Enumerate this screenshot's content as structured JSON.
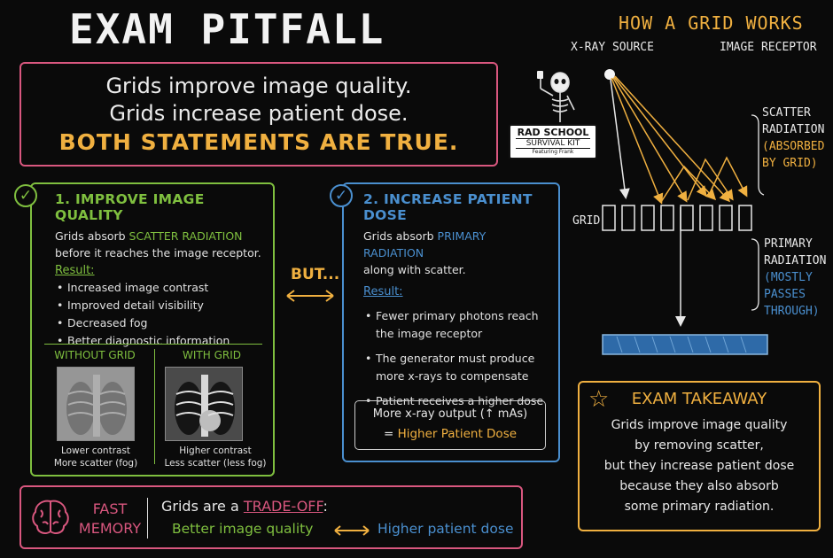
{
  "title": "EXAM PITFALL",
  "statements": {
    "line1": "Grids improve image quality.",
    "line2": "Grids increase patient dose.",
    "truth": "BOTH STATEMENTS ARE TRUE."
  },
  "kit": {
    "line1": "RAD SCHOOL",
    "line2": "SURVIVAL KIT",
    "line3": "Featuring Frank"
  },
  "quality_card": {
    "heading": "1. IMPROVE IMAGE QUALITY",
    "desc_before": "Grids absorb ",
    "desc_highlight": "SCATTER RADIATION",
    "desc_after": "before it reaches the image receptor.",
    "result_label": "Result:",
    "results": [
      "Increased image contrast",
      "Improved detail visibility",
      "Decreased fog",
      "Better diagnostic information"
    ],
    "without_label": "WITHOUT GRID",
    "with_label": "WITH GRID",
    "without_caption1": "Lower contrast",
    "without_caption2": "More scatter (fog)",
    "with_caption1": "Higher contrast",
    "with_caption2": "Less scatter (less fog)"
  },
  "but_label": "BUT...",
  "dose_card": {
    "heading": "2. INCREASE PATIENT DOSE",
    "desc_before": "Grids absorb ",
    "desc_highlight": "PRIMARY RADIATION",
    "desc_after": "along with scatter.",
    "result_label": "Result:",
    "results": [
      "Fewer primary photons reach the image receptor",
      "The generator must produce more x-rays to compensate",
      "Patient receives a higher dose"
    ],
    "formula_line1": "More x-ray output (↑ mAs)",
    "formula_eq": "= ",
    "formula_line2": "Higher Patient Dose"
  },
  "grid_diagram": {
    "title": "HOW A GRID WORKS",
    "source_label": "X-RAY SOURCE",
    "receptor_label": "IMAGE RECEPTOR",
    "grid_label": "GRID",
    "scatter1": "SCATTER",
    "scatter2": "RADIATION",
    "scatter3": "(ABSORBED",
    "scatter4": "BY GRID)",
    "primary1": "PRIMARY",
    "primary2": "RADIATION",
    "primary3": "(MOSTLY",
    "primary4": "PASSES",
    "primary5": "THROUGH)"
  },
  "takeaway": {
    "title": "EXAM TAKEAWAY",
    "lines": [
      "Grids improve image quality",
      "by removing scatter,",
      "but they increase patient dose",
      "because they also absorb",
      "some primary radiation."
    ]
  },
  "fast_memory": {
    "label1": "FAST",
    "label2": "MEMORY",
    "text_before": "Grids are a ",
    "tradeoff": "TRADE-OFF",
    "text_after": ":",
    "left": "Better image quality",
    "right": "Higher patient dose"
  },
  "colors": {
    "green": "#7fbf3f",
    "blue": "#4a8fcf",
    "gold": "#f0b040",
    "pink": "#d9577f"
  }
}
